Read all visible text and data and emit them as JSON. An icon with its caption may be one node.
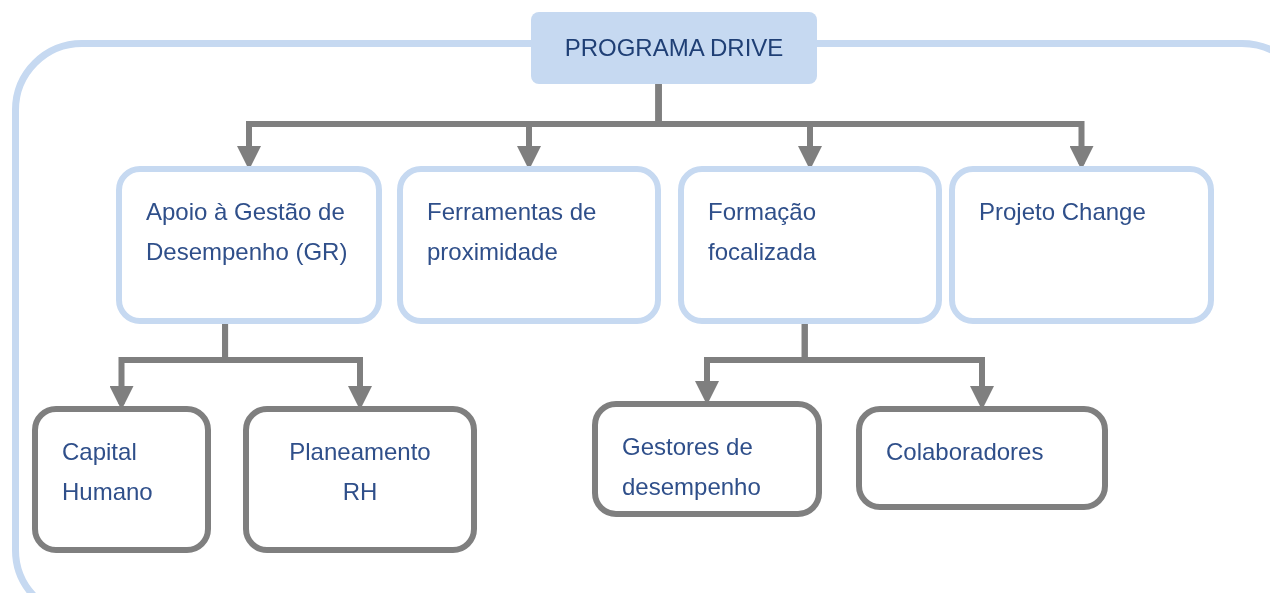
{
  "diagram": {
    "nodes": [
      {
        "text": [],
        "shape": "box"
      },
      {
        "text": [
          "PROGRAMA DRIVE"
        ]
      },
      {
        "text": [
          "Apoio à Gestão de Desempenho (GR)"
        ],
        "in": 0
      },
      {
        "text": [
          "Ferramentas de proximidade"
        ],
        "in": 0
      },
      {
        "text": [
          "Formação focalizada"
        ],
        "in": 0
      },
      {
        "text": [
          "Projeto Change"
        ],
        "in": 0
      },
      {
        "text": [
          "Capital Humano"
        ],
        "in": 0
      },
      {
        "text": [
          "Planeamento RH"
        ],
        "in": 0
      },
      {
        "text": [
          "Gestores de desempenho"
        ],
        "in": 0
      },
      {
        "text": [
          "Colaboradores"
        ],
        "in": 0
      }
    ],
    "edges": [
      {
        "from": 1,
        "to": 2,
        "arrow": "to"
      },
      {
        "from": 1,
        "to": 3,
        "arrow": "to"
      },
      {
        "from": 1,
        "to": 4,
        "arrow": "to"
      },
      {
        "from": 1,
        "to": 5,
        "arrow": "to"
      },
      {
        "from": 2,
        "to": 6,
        "arrow": "to"
      },
      {
        "from": 2,
        "to": 7,
        "arrow": "to"
      },
      {
        "from": 4,
        "to": 8,
        "arrow": "to"
      },
      {
        "from": 4,
        "to": 9,
        "arrow": "to"
      }
    ]
  }
}
